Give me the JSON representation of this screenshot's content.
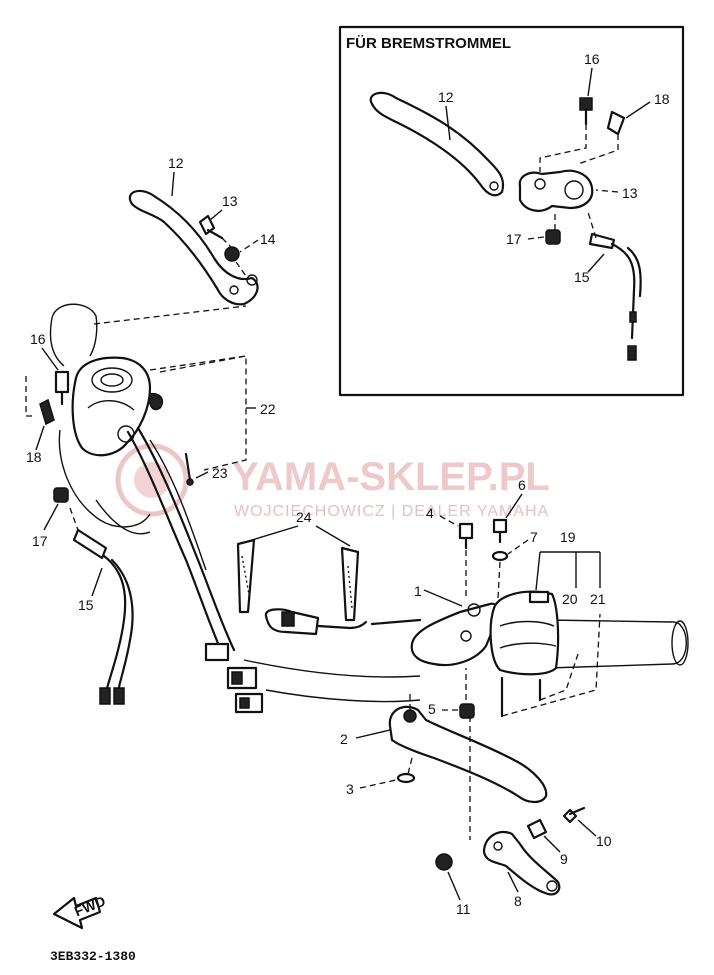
{
  "inset": {
    "title": "FÜR BREMSTROMMEL"
  },
  "watermark": {
    "main": "YAMA-SKLEP.PL",
    "sub": "WOJCIECHOWICZ | DEALER YAMAHA",
    "color": "#e9b8b8"
  },
  "callouts": {
    "c1": "1",
    "c2": "2",
    "c3": "3",
    "c4": "4",
    "c5": "5",
    "c6": "6",
    "c7": "7",
    "c8": "8",
    "c9": "9",
    "c10": "10",
    "c11": "11",
    "c12": "12",
    "c13": "13",
    "c14": "14",
    "c15": "15",
    "c16": "16",
    "c17": "17",
    "c18": "18",
    "c19": "19",
    "c20": "20",
    "c21": "21",
    "c22": "22",
    "c23": "23",
    "c24": "24",
    "i12": "12",
    "i13": "13",
    "i15": "15",
    "i16": "16",
    "i17": "17",
    "i18": "18"
  },
  "fwd_icon": "fwd-arrow-icon",
  "fwd_label": "FWD",
  "drawing_code": "3EB332-1380"
}
